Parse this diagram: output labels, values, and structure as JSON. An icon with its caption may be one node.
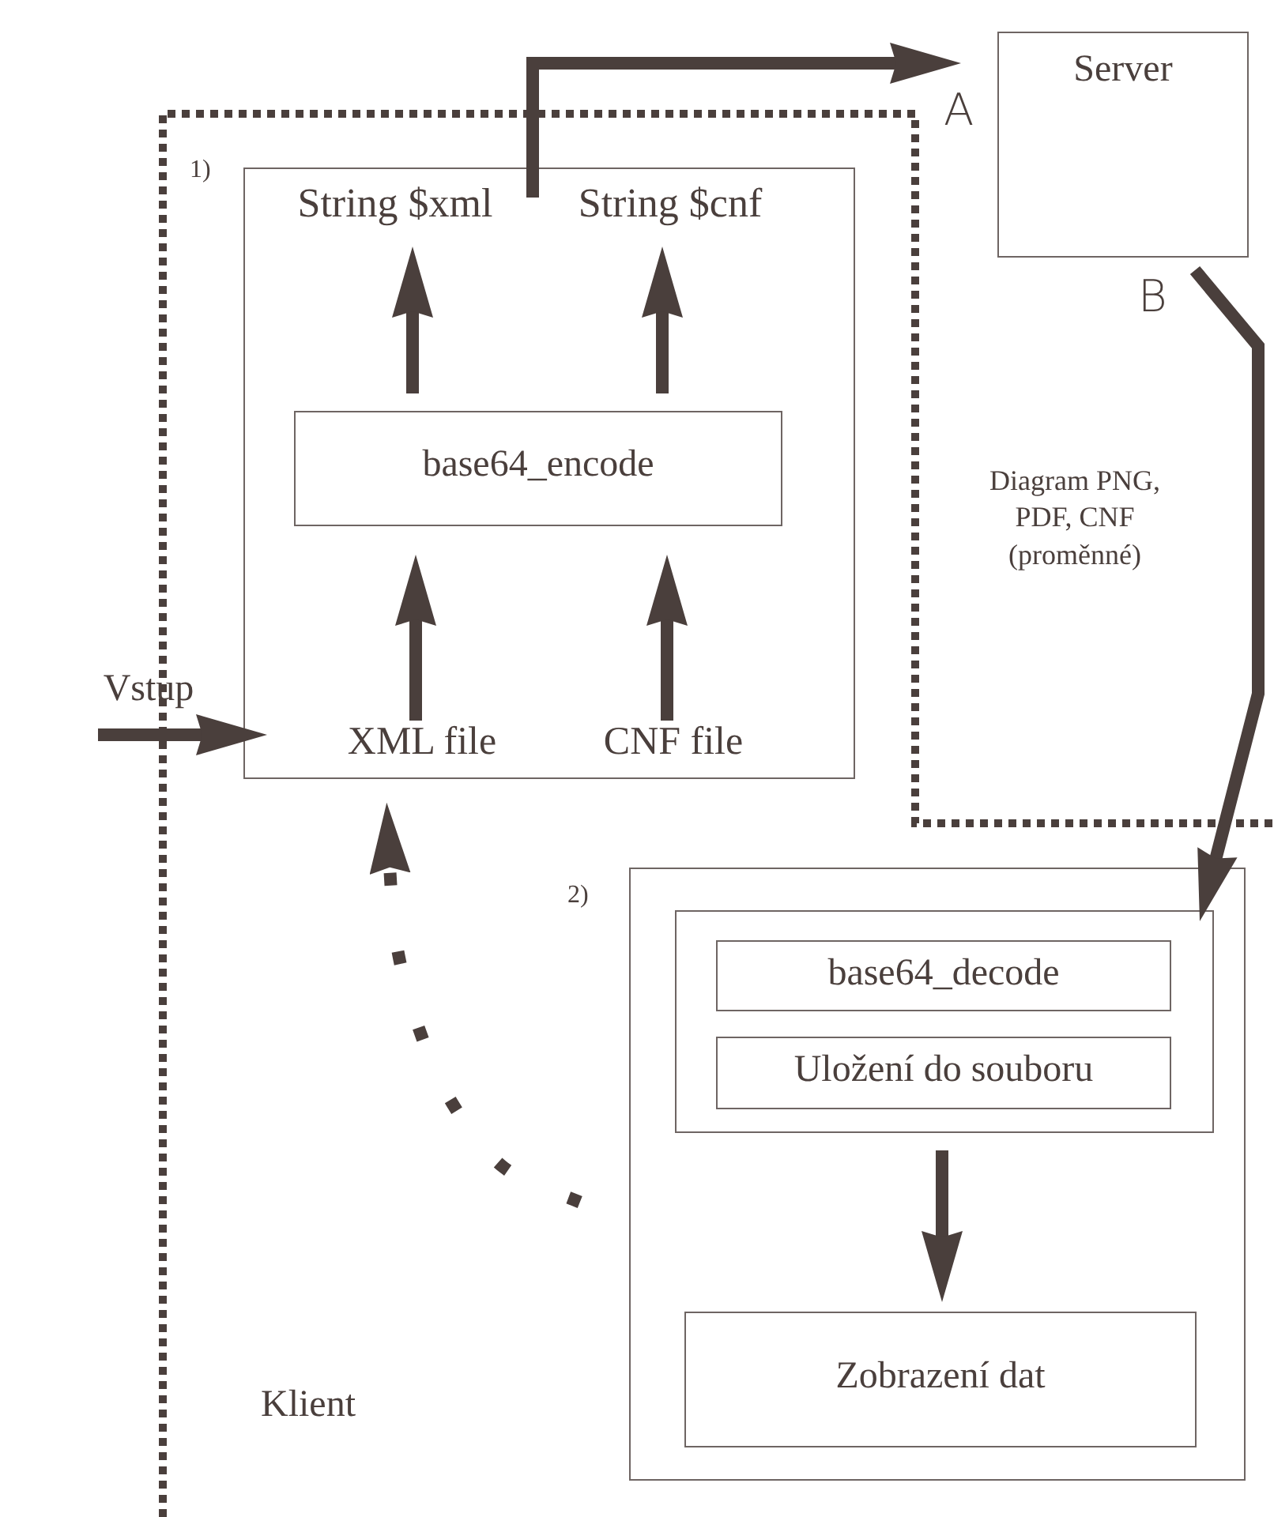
{
  "diagram": {
    "nodes": [
      {
        "text": [
          "Klient"
        ]
      },
      {
        "text": [
          "1)"
        ],
        "in": 0
      },
      {
        "text": [
          "String $xml"
        ],
        "in": 1
      },
      {
        "text": [
          "String $cnf"
        ],
        "in": 1
      },
      {
        "text": [
          "base64_encode"
        ],
        "in": 1
      },
      {
        "text": [
          "XML file"
        ],
        "in": 1
      },
      {
        "text": [
          "CNF file"
        ],
        "in": 1
      },
      {
        "text": [
          "Vstup"
        ]
      },
      {
        "text": [
          "Server"
        ],
        "beside": [
          "A",
          "B"
        ]
      },
      {
        "text": [
          "2)"
        ],
        "in": 0
      },
      {
        "text": [],
        "shape": "box",
        "in": 9
      },
      {
        "text": [
          "base64_decode"
        ],
        "in": 10
      },
      {
        "text": [
          "Uložení do souboru"
        ],
        "in": 10
      },
      {
        "text": [
          "Zobrazení dat"
        ],
        "in": 9
      }
    ],
    "edges": [
      {
        "from": 2,
        "to": 8,
        "arrow": "to"
      },
      {
        "from": 5,
        "to": 4,
        "arrow": "to"
      },
      {
        "from": 6,
        "to": 4,
        "arrow": "to"
      },
      {
        "from": 4,
        "to": 2,
        "arrow": "to"
      },
      {
        "from": 4,
        "to": 3,
        "arrow": "to"
      },
      {
        "from": 7,
        "to": 1,
        "arrow": "to"
      },
      {
        "from": 8,
        "to": 10,
        "arrow": "to",
        "label": "Diagram PNG, PDF, CNF (proměnné)"
      },
      {
        "from": 10,
        "to": 13,
        "arrow": "to"
      },
      {
        "from": 9,
        "to": 1,
        "arrow": "to",
        "style": "dashed"
      }
    ]
  }
}
